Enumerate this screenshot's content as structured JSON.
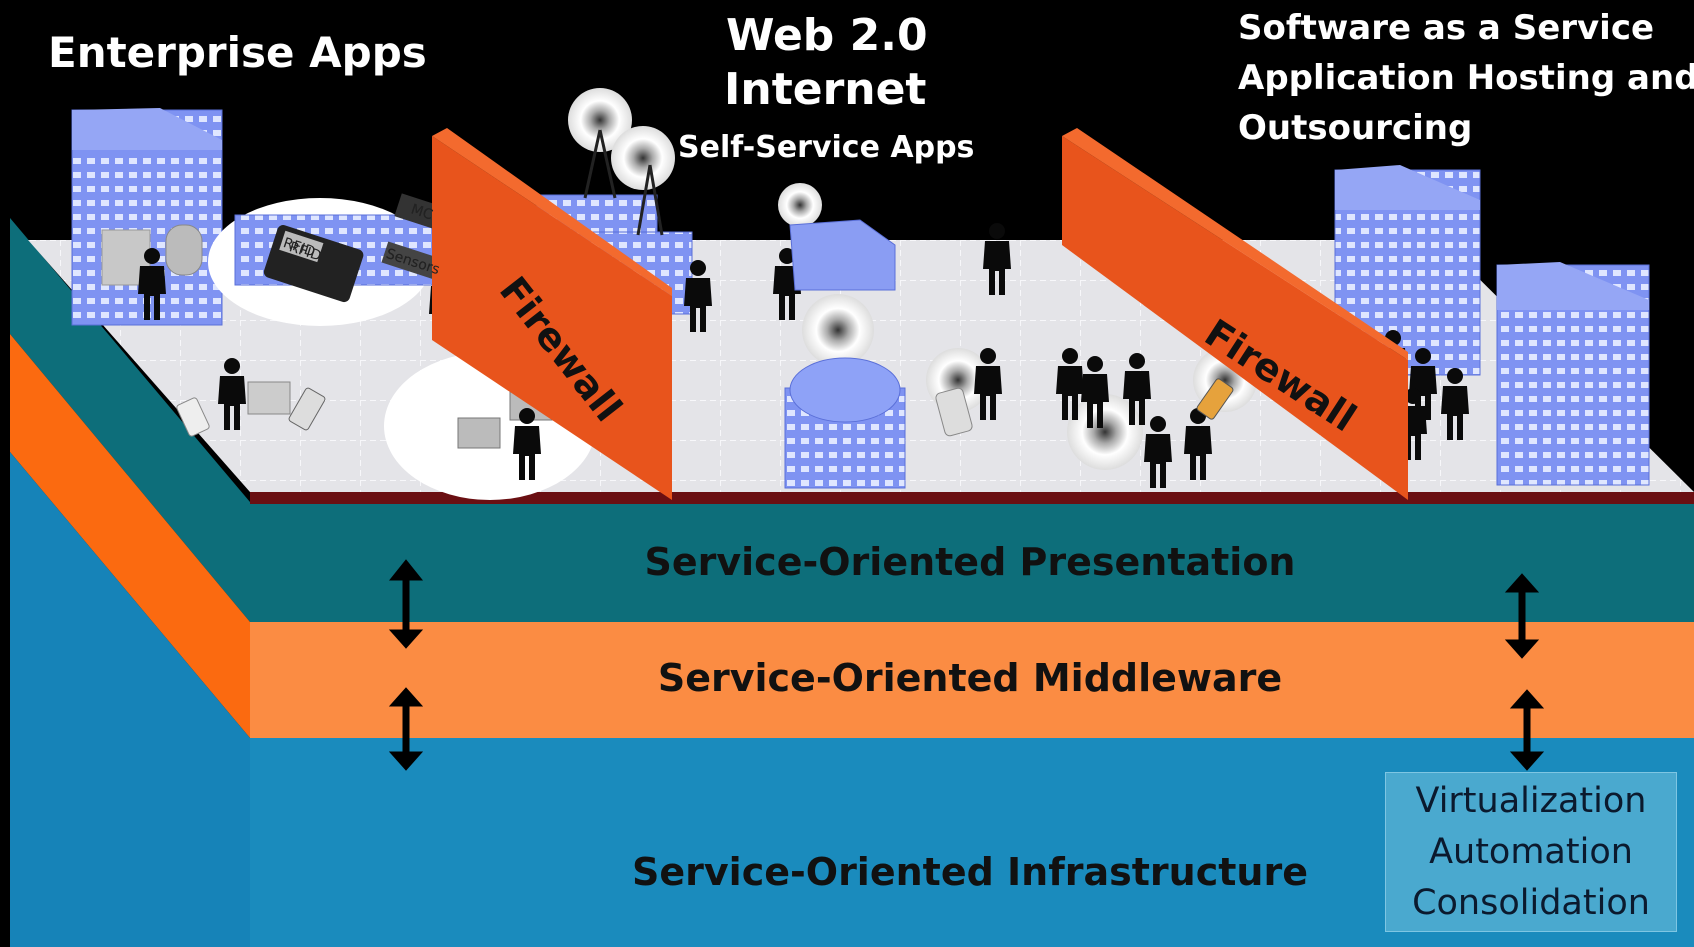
{
  "regions": {
    "enterprise": {
      "title": "Enterprise Apps"
    },
    "web": {
      "title_line1": "Web 2.0",
      "title_line2": "Internet",
      "subtitle": "Self-Service Apps"
    },
    "saas": {
      "line1": "Software as a Service",
      "line2": "Application Hosting and",
      "line3": "Outsourcing"
    }
  },
  "firewall_label": "Firewall",
  "device_labels": {
    "rfid": "RFID",
    "sensors": "Sensors",
    "mobile": "MC"
  },
  "layers": [
    {
      "label": "Service-Oriented Presentation",
      "color": "#0d6e7a"
    },
    {
      "label": "Service-Oriented Middleware",
      "color": "#fb8c43"
    },
    {
      "label": "Service-Oriented Infrastructure",
      "color": "#1a8bbd"
    }
  ],
  "infra_box": {
    "line1": "Virtualization",
    "line2": "Automation",
    "line3": "Consolidation"
  },
  "colors": {
    "floor": "#e2e2e6",
    "firewall": "#e8541c",
    "building": "#7a8ef0",
    "person": "#0a0a0a"
  }
}
